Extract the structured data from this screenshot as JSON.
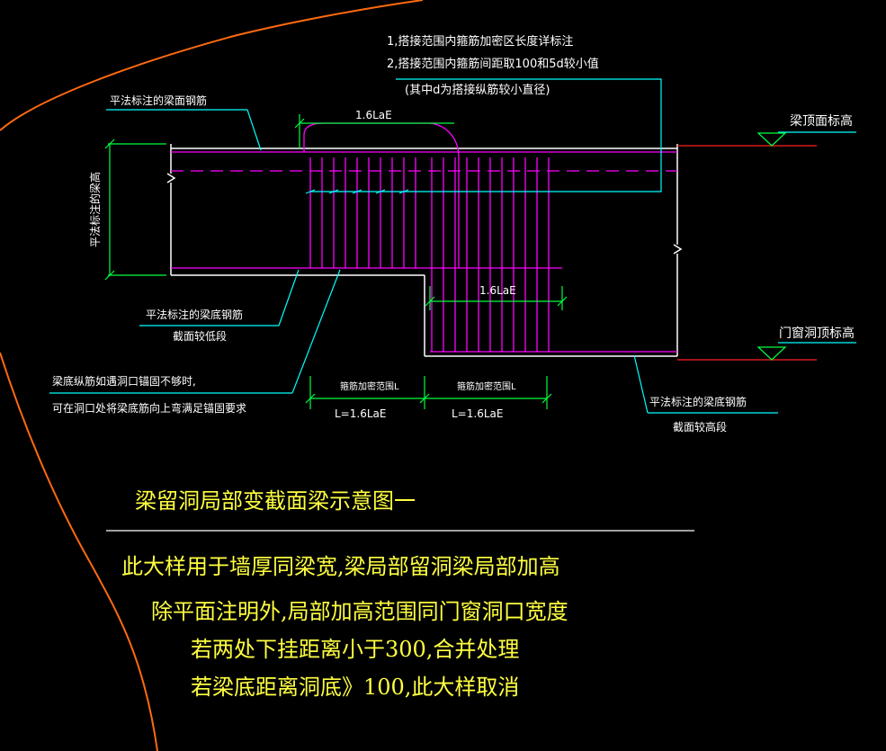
{
  "colors": {
    "background": "#000000",
    "boundary": "#ff6a10",
    "outline": "#ffffff",
    "rebar": "#ff00ff",
    "dim": "#00ff40",
    "leader": "#00ffff",
    "note_text": "#ffffff",
    "title_text": "#ffff40",
    "elevation": "#ff2020"
  },
  "notes": {
    "line1": "1,搭接范围内箍筋加密区长度详标注",
    "line2": "2,搭接范围内箍筋间距取100和5d较小值",
    "line3": "(其中d为搭接纵筋较小直径)"
  },
  "labels": {
    "top_rebar": "平法标注的梁面钢筋",
    "beam_height": "平法标注的梁高",
    "bottom_rebar_low_1": "平法标注的梁底钢筋",
    "bottom_rebar_low_2": "截面较低段",
    "anchor_note_1": "梁底纵筋如遇洞口锚固不够时,",
    "anchor_note_2": "可在洞口处将梁底筋向上弯满足锚固要求",
    "bottom_rebar_high_1": "平法标注的梁底钢筋",
    "bottom_rebar_high_2": "截面较高段",
    "beam_top_elev": "梁顶面标高",
    "opening_top_elev": "门窗洞顶标高",
    "stirrup_zone_1": "箍筋加密范围L",
    "stirrup_zone_2": "箍筋加密范围L"
  },
  "dimensions": {
    "top_lap": "1.6LaE",
    "bottom_lap": "1.6LaE",
    "zone_1": "L=1.6LaE",
    "zone_2": "L=1.6LaE"
  },
  "title": "梁留洞局部变截面梁示意图一",
  "description": {
    "line1": "此大样用于墙厚同梁宽,梁局部留洞梁局部加高",
    "line2": "除平面注明外,局部加高范围同门窗洞口宽度",
    "line3": "若两处下挂距离小于300,合并处理",
    "line4": "若梁底距离洞底》100,此大样取消"
  }
}
